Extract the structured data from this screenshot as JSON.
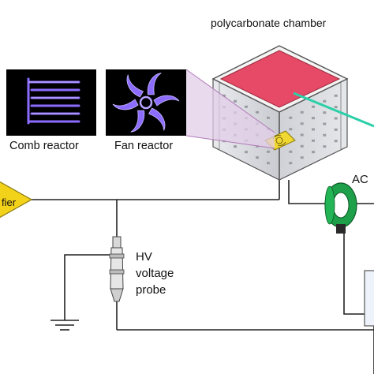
{
  "labels": {
    "chamber": "polycarbonate chamber",
    "comb_reactor": "Comb reactor",
    "fan_reactor": "Fan reactor",
    "amplifier_partial": "fier",
    "ac": "AC",
    "hv_line1": "HV",
    "hv_line2": "voltage",
    "hv_line3": "probe"
  },
  "colors": {
    "chamber_top": "#e64a66",
    "chamber_wall": "#d9dadf",
    "amplifier": "#f3d21a",
    "current_probe": "#1ea04a",
    "laser_beam": "#2bd0a8",
    "reactor_glow": "#8c6cff",
    "wire": "#222222"
  },
  "icons": {
    "ground": "ground-symbol-icon",
    "current_probe": "current-probe-ring-icon",
    "hv_probe": "hv-probe-icon"
  }
}
